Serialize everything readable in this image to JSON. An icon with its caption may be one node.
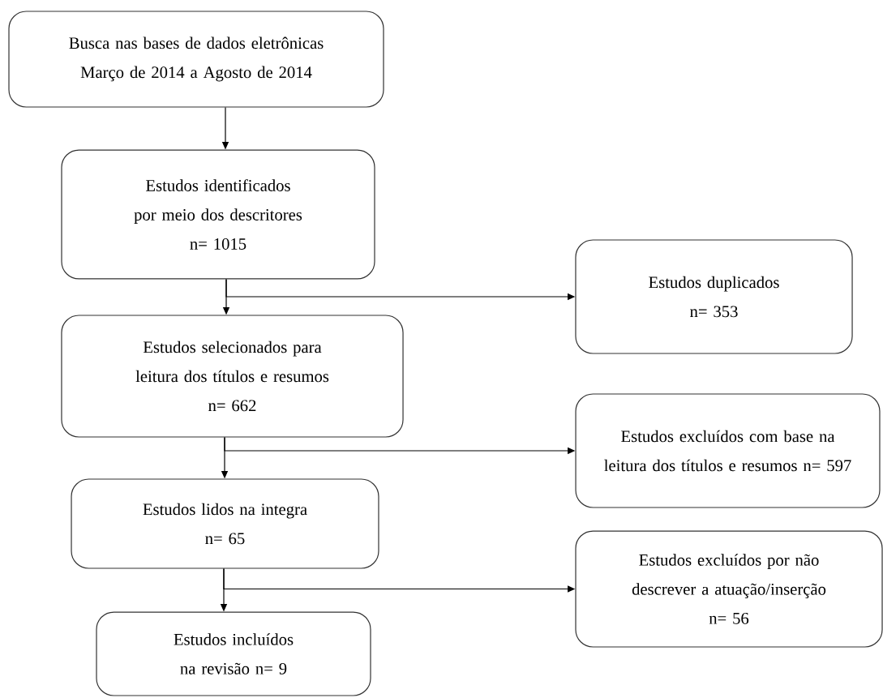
{
  "diagram": {
    "nodes": [
      {
        "text": [
          "Busca nas bases de dados eletrônicas",
          "Março de 2014 a Agosto de 2014"
        ]
      },
      {
        "text": [
          "Estudos identificados por meio dos descritores",
          "n= 1015"
        ]
      },
      {
        "text": [
          "Estudos selecionados para leitura dos títulos e resumos",
          "n= 662"
        ]
      },
      {
        "text": [
          "Estudos lidos na integra",
          "n= 65"
        ]
      },
      {
        "text": [
          "Estudos incluídos na revisão n= 9"
        ]
      },
      {
        "text": [
          "Estudos duplicados",
          "n= 353"
        ]
      },
      {
        "text": [
          "Estudos excluídos com base na leitura dos títulos e resumos n= 597"
        ]
      },
      {
        "text": [
          "Estudos excluídos por não descrever a atuação/inserção",
          "n= 56"
        ]
      }
    ],
    "edges": [
      {
        "from": 0,
        "to": 1,
        "arrow": "to"
      },
      {
        "from": 1,
        "to": 2,
        "arrow": "to"
      },
      {
        "from": 1,
        "to": 5,
        "arrow": "to"
      },
      {
        "from": 2,
        "to": 3,
        "arrow": "to"
      },
      {
        "from": 2,
        "to": 6,
        "arrow": "to"
      },
      {
        "from": 3,
        "to": 4,
        "arrow": "to"
      },
      {
        "from": 3,
        "to": 7,
        "arrow": "to"
      }
    ]
  }
}
